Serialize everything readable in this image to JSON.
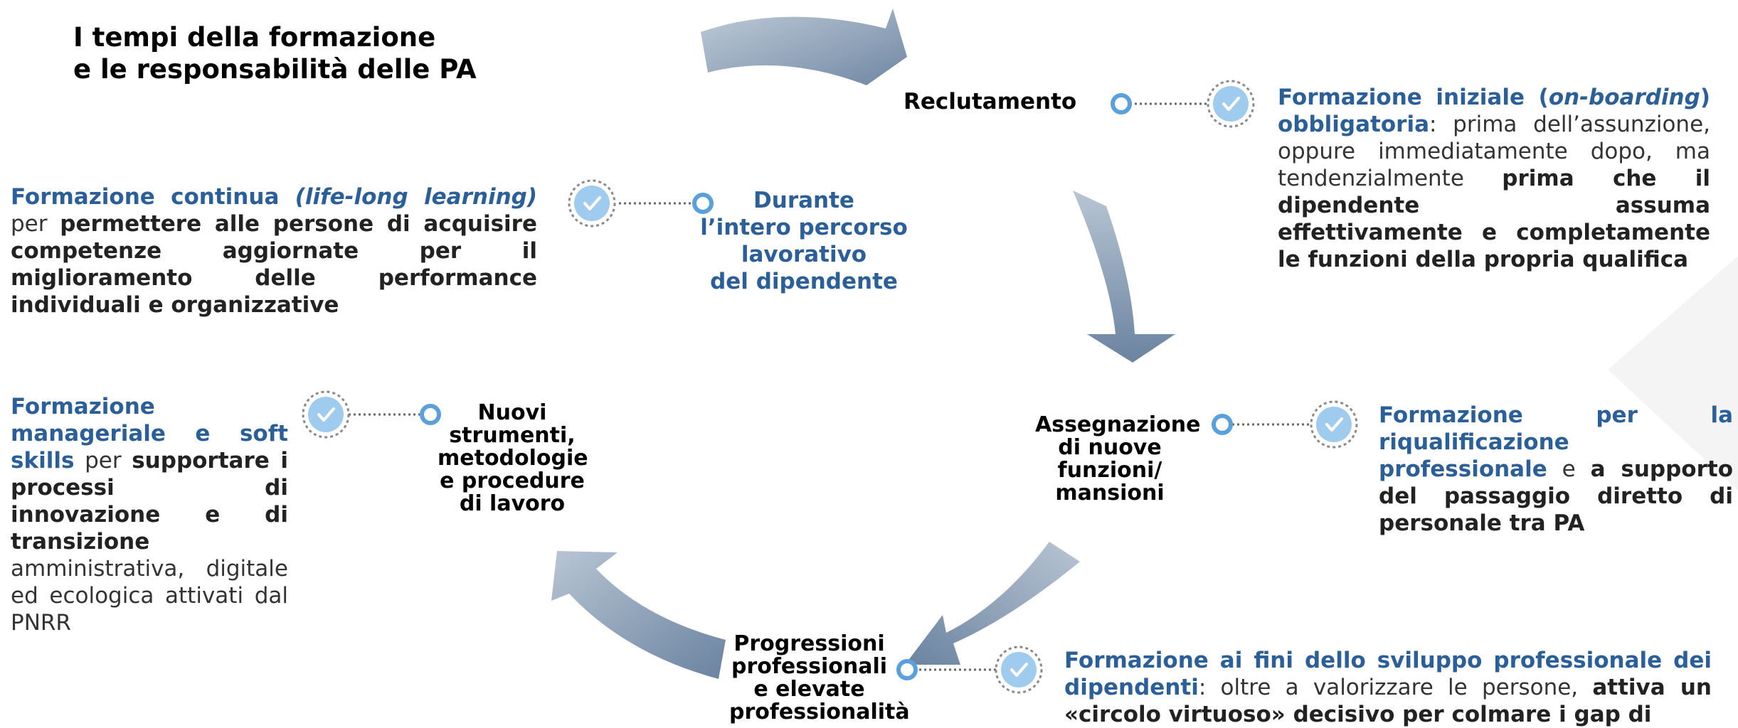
{
  "title": {
    "line1": "I tempi della formazione",
    "line2": "e le responsabilità delle PA"
  },
  "stages": {
    "reclutamento": "Reclutamento",
    "assegnazione": {
      "l1": "Assegnazione",
      "l2": "di nuove",
      "l3": "funzioni/",
      "l4": "mansioni"
    },
    "progressioni": {
      "l1": "Progressioni",
      "l2": "professionali",
      "l3": "e elevate",
      "l4": "professionalità"
    },
    "nuovi": {
      "l1": "Nuovi",
      "l2": "strumenti,",
      "l3": "metodologie",
      "l4": "e procedure",
      "l5": "di lavoro"
    },
    "durante": {
      "l1": "Durante",
      "l2": "l’intero percorso",
      "l3": "lavorativo",
      "l4": "del dipendente"
    }
  },
  "descriptions": {
    "iniziale": {
      "t1": "Formazione iniziale (",
      "t2": "on-boarding",
      "t3": ") obbligatoria",
      "t4": ": prima dell’assunzione, oppure immediatamente dopo, ma tendenzialmente ",
      "t5": "prima che il dipendente assuma effettivamente e completamente le funzioni della propria qualifica"
    },
    "continua": {
      "t1": "Formazione continua ",
      "t2": "(life-long learning)",
      "t3": " per ",
      "t4": "permettere alle persone di acquisire competenze  aggiornate per il miglioramento delle performance individuali e organizzative"
    },
    "manageriale": {
      "t1": "Formazione manageriale e soft skills",
      "t2": " per ",
      "t3": "supportare i processi di innovazione e di transizione",
      "t4": " amministrativa, digitale ed ecologica attivati dal PNRR"
    },
    "riqualificazione": {
      "t1": "Formazione per la riqualificazione professionale",
      "t2": " e ",
      "t3": "a supporto del passaggio diretto di personale tra PA"
    },
    "sviluppo": {
      "t1": "Formazione ai fini dello sviluppo professionale dei dipendenti",
      "t2": ": oltre a valorizzare le persone, ",
      "t3": "attiva un «circolo virtuoso» decisivo per colmare i gap di"
    }
  },
  "colors": {
    "accent_blue": "#2b5f99",
    "arrow_light": "#b4c2d2",
    "arrow_dark": "#6d86a3",
    "check_fill": "#9fcbef",
    "ring": "#5aa0dc"
  },
  "icons": {
    "check": "check-circle-icon",
    "node": "ring-node-icon"
  }
}
